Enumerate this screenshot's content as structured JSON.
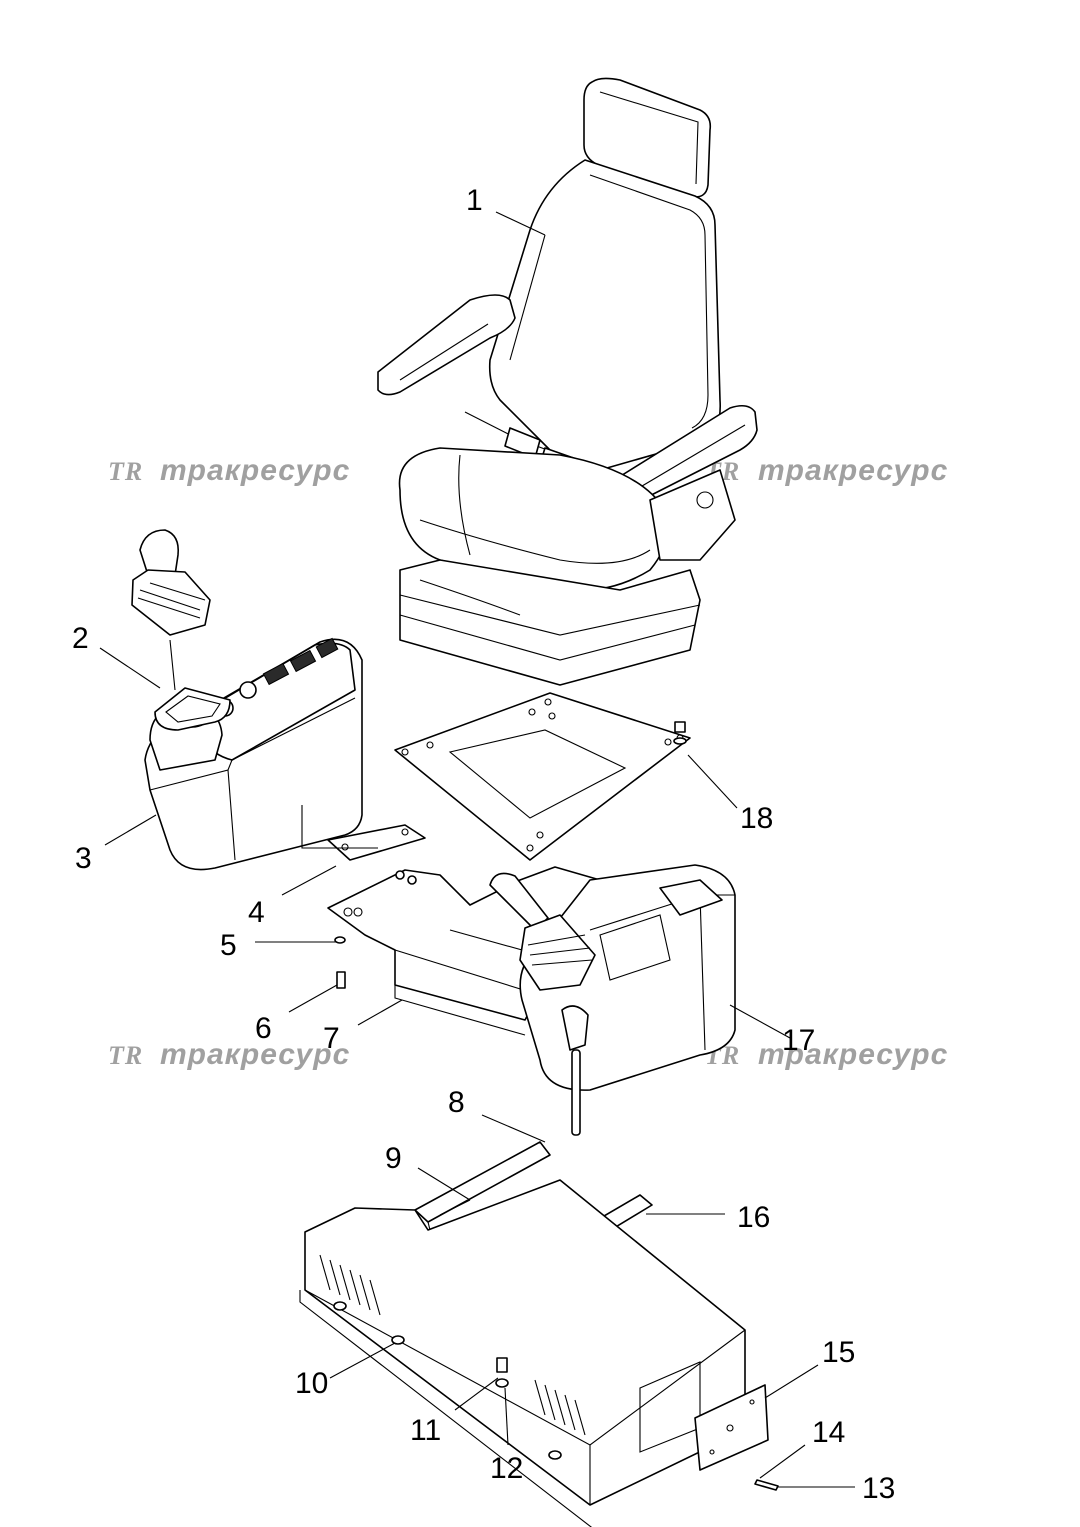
{
  "watermark_text": "тракресурс",
  "watermark_logo": "TR",
  "callouts": [
    {
      "number": "1"
    },
    {
      "number": "2"
    },
    {
      "number": "3"
    },
    {
      "number": "4"
    },
    {
      "number": "5"
    },
    {
      "number": "6"
    },
    {
      "number": "7"
    },
    {
      "number": "8"
    },
    {
      "number": "9"
    },
    {
      "number": "10"
    },
    {
      "number": "11"
    },
    {
      "number": "12"
    },
    {
      "number": "13"
    },
    {
      "number": "14"
    },
    {
      "number": "15"
    },
    {
      "number": "16"
    },
    {
      "number": "17"
    },
    {
      "number": "18"
    }
  ]
}
